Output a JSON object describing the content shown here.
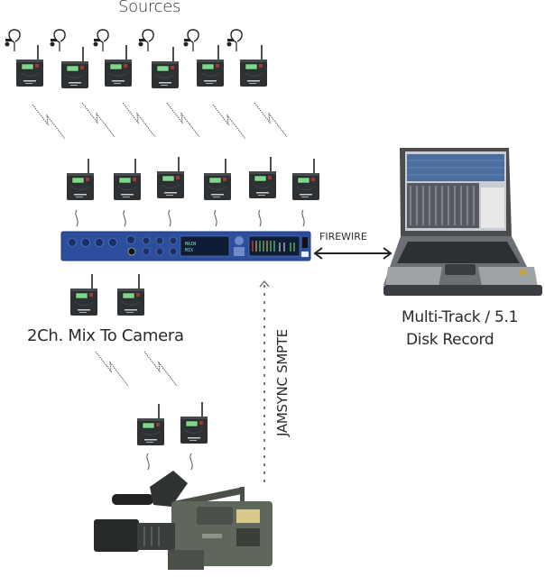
{
  "labels": {
    "sources": "Sources",
    "mix_to_camera": "2Ch. Mix To Camera",
    "multitrack_line1": "Multi-Track / 5.1",
    "multitrack_line2": "Disk Record",
    "firewire": "FIREWIRE",
    "jamsync": "JAMSYNC SMPTE"
  },
  "devices": {
    "source_transmitters": [
      "bodypack-1",
      "bodypack-2",
      "bodypack-3",
      "bodypack-4",
      "bodypack-5",
      "bodypack-6"
    ],
    "receivers": [
      "receiver-1",
      "receiver-2",
      "receiver-3",
      "receiver-4",
      "receiver-5",
      "receiver-6"
    ],
    "mix_transmitters": [
      "mix-tx-1",
      "mix-tx-2"
    ],
    "camera_receivers": [
      "camera-rx-1",
      "camera-rx-2"
    ],
    "audio_interface": "multichannel-audio-interface",
    "laptop": "laptop-daw",
    "camera": "broadcast-camcorder"
  },
  "colors": {
    "interface_blue": "#2c4e9c",
    "device_dark": "#2d3133",
    "lcd_green": "#7fd88a",
    "line": "#333333"
  }
}
